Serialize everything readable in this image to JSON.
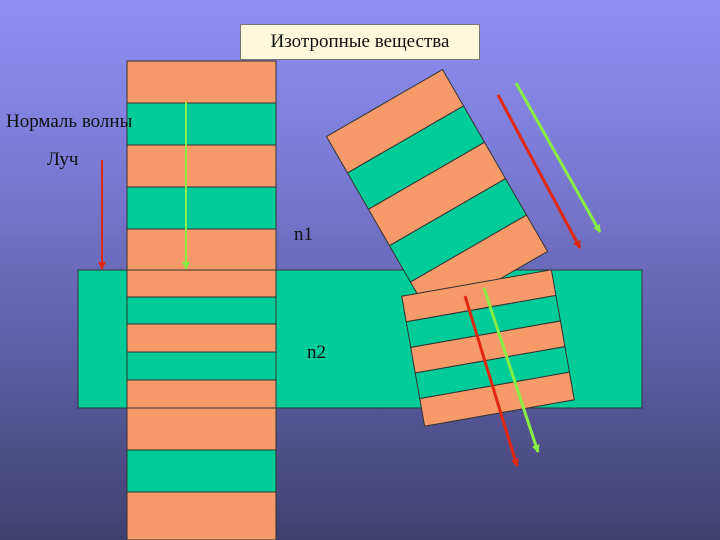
{
  "title": "Изотропные вещества",
  "labels": {
    "wave_normal": "Нормаль волны",
    "ray": "Луч",
    "n1": "n1",
    "n2": "n2"
  },
  "colors": {
    "salmon": "#f79a6a",
    "teal": "#00cc99",
    "red_arrow": "#e02810",
    "green_arrow": "#88ee44"
  }
}
